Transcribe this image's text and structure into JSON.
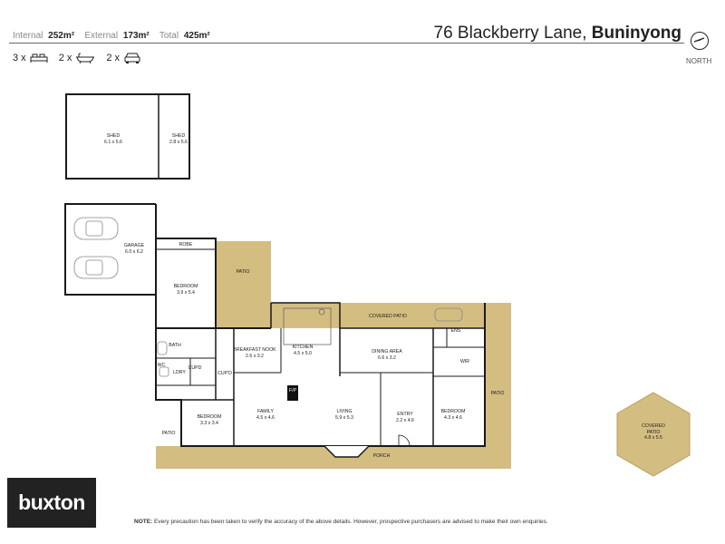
{
  "header": {
    "internal_label": "Internal",
    "internal_value": "252m²",
    "external_label": "External",
    "external_value": "173m²",
    "total_label": "Total",
    "total_value": "425m²",
    "address": "76 Blackberry Lane,",
    "suburb": "Buninyong",
    "north_label": "NORTH"
  },
  "counts": {
    "bedrooms": "3 x",
    "bathrooms": "2 x",
    "cars": "2 x"
  },
  "rooms": {
    "shed1": {
      "name": "SHED",
      "size": "6.1 x 5.6"
    },
    "shed2": {
      "name": "SHED",
      "size": "2.8 x 5.6"
    },
    "garage": {
      "name": "GARAGE",
      "size": "6.0 x 6.2"
    },
    "robe": {
      "name": "ROBE"
    },
    "patio_top": {
      "name": "PATIO"
    },
    "bedroom1": {
      "name": "BEDROOM",
      "size": "3.9 x 5.4"
    },
    "covered_patio": {
      "name": "COVERED PATIO"
    },
    "bath": {
      "name": "BATH"
    },
    "cupd1": {
      "name": "CUPD"
    },
    "cupd2": {
      "name": "CUP'D"
    },
    "ldry": {
      "name": "LDRY"
    },
    "wc": {
      "name": "WC"
    },
    "breakfast": {
      "name": "BREAKFAST NOOK",
      "size": "2.6 x 3.2"
    },
    "kitchen": {
      "name": "KITCHEN",
      "size": "4.5 x 5.0"
    },
    "dining": {
      "name": "DINING AREA",
      "size": "6.6 x 3.2"
    },
    "ens": {
      "name": "ENS"
    },
    "wir": {
      "name": "WIR"
    },
    "fp": {
      "name": "F/P"
    },
    "bedroom2": {
      "name": "BEDROOM",
      "size": "3.3 x 3.4"
    },
    "family": {
      "name": "FAMILY",
      "size": "4.5 x 4.6"
    },
    "living": {
      "name": "LIVING",
      "size": "5.9 x 5.3"
    },
    "entry": {
      "name": "ENTRY",
      "size": "2.2 x 4.6"
    },
    "bedroom3": {
      "name": "BEDROOM",
      "size": "4.3 x 4.6"
    },
    "patio_right": {
      "name": "PATIO"
    },
    "patio_left": {
      "name": "PATIO"
    },
    "porch": {
      "name": "PORCH"
    },
    "covered_patio_hex": {
      "name": "COVERED PATIO",
      "size": "4.8 x 5.5"
    }
  },
  "brand": {
    "logo": "buxton"
  },
  "note": {
    "bold": "NOTE:",
    "text": " Every precaution has been taken to verify the accuracy of the above details. However, prospective purchasers are advised to make their own enquiries."
  },
  "colors": {
    "patio": "#d4bd80",
    "wall": "#1a1a1a",
    "logo_bg": "#222222"
  }
}
